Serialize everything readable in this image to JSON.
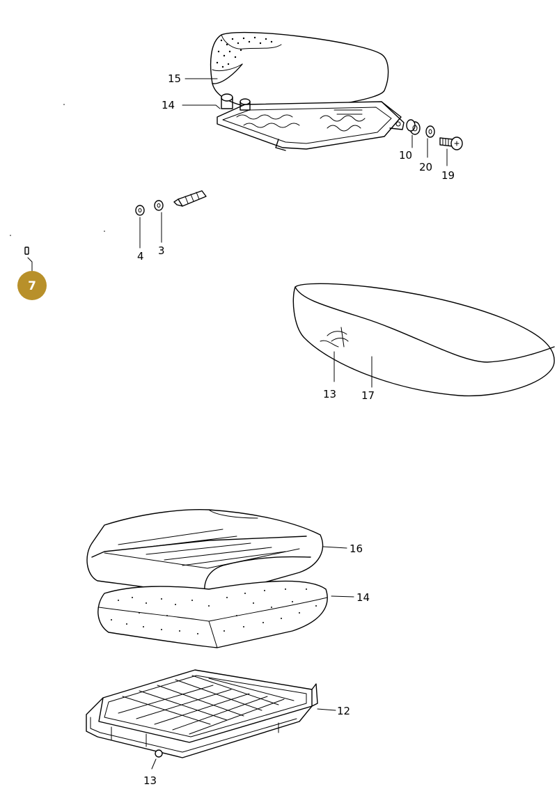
{
  "labels": {
    "p15": "15",
    "p14a": "14",
    "p10": "10",
    "p20": "20",
    "p19": "19",
    "p4": "4",
    "p3": "3",
    "p13a": "13",
    "p17": "17",
    "p16": "16",
    "p14b": "14",
    "p12": "12",
    "p13b": "13"
  },
  "badge": {
    "text": "7",
    "color": "#b8902a"
  }
}
